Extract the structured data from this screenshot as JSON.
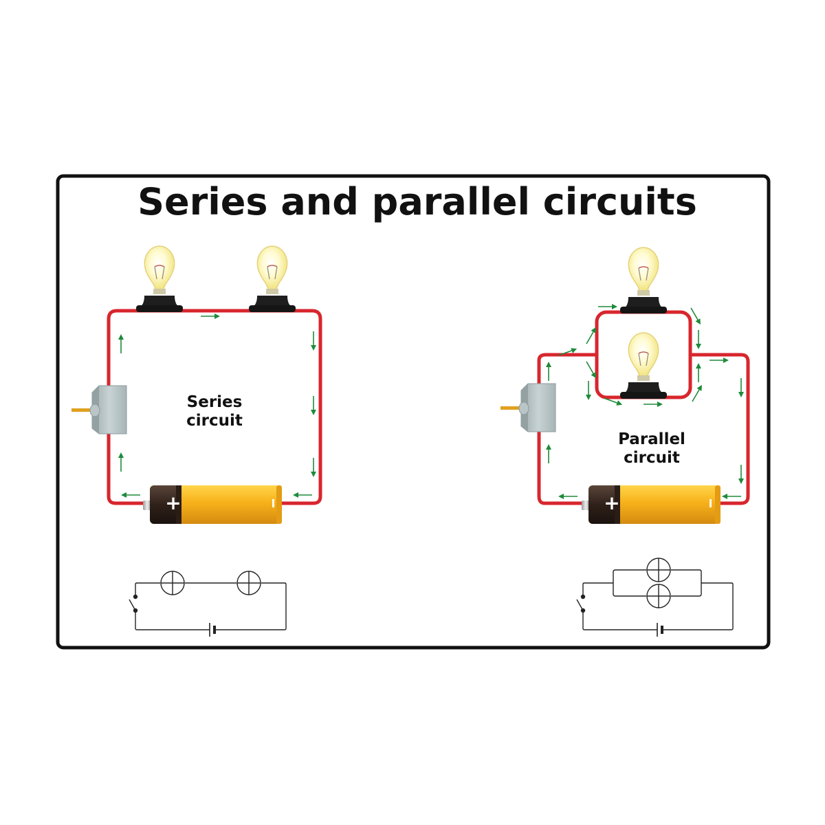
{
  "title": "Series and parallel circuits",
  "series": {
    "label_line1": "Series",
    "label_line2": "circuit"
  },
  "parallel": {
    "label_line1": "Parallel",
    "label_line2": "circuit"
  },
  "battery": {
    "plus": "+",
    "minus": "-"
  },
  "colors": {
    "wire": "#d8262d",
    "arrow": "#1e8a3a",
    "bulb_glass": "#fff6b0",
    "bulb_base": "#1e1e1e",
    "switch": "#b7c4c5",
    "battery_body": "#f6b21c",
    "battery_cap": "#3a2a22"
  },
  "icons": [
    "bulb-icon",
    "battery-icon",
    "switch-icon",
    "arrow-icon"
  ]
}
